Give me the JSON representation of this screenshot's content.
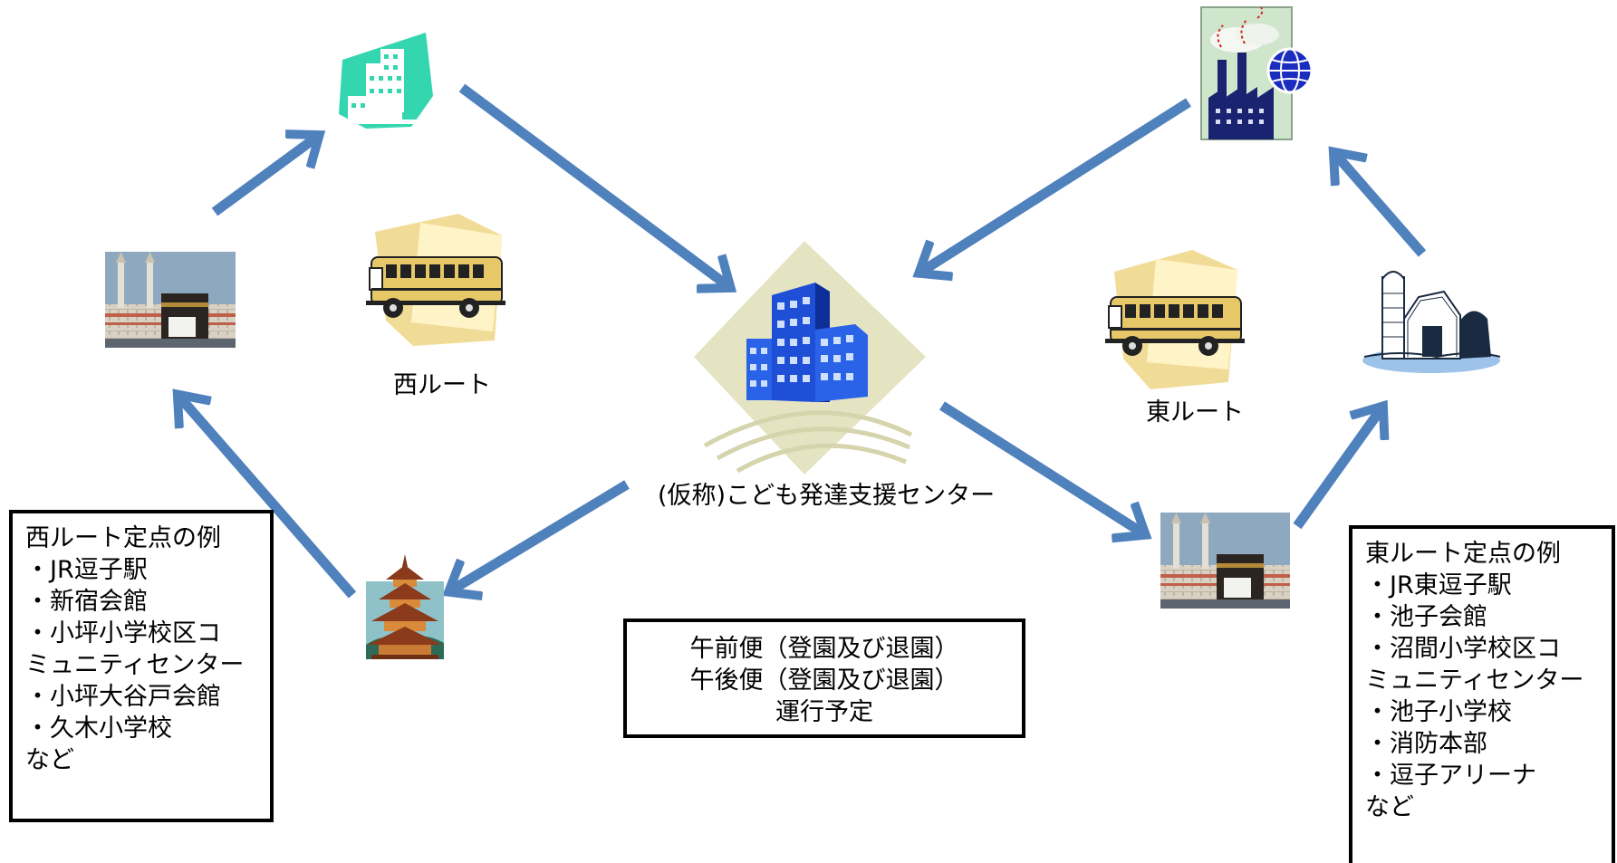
{
  "center": {
    "name": "(仮称)こども発達支援センター",
    "icon": "office-building-icon"
  },
  "routes": {
    "west": {
      "label": "西ルート",
      "bus_icon": "school-bus-icon"
    },
    "east": {
      "label": "東ルート",
      "bus_icon": "school-bus-icon"
    }
  },
  "west_box": {
    "lines": [
      "西ルート定点の例",
      "・JR逗子駅",
      "・新宿会館",
      "・小坪小学校区コ",
      "ミュニティセンター",
      "・小坪大谷戸会館",
      "・久木小学校",
      "など"
    ]
  },
  "east_box": {
    "lines": [
      "東ルート定点の例",
      "・JR東逗子駅",
      "・池子会館",
      "・沼間小学校区コ",
      "ミュニティセンター",
      "・池子小学校",
      "・消防本部",
      "・逗子アリーナ",
      "など"
    ]
  },
  "schedule_box": {
    "lines": [
      "午前便（登園及び退園）",
      "午後便（登園及び退園）",
      "運行予定"
    ]
  },
  "stops": [
    {
      "icon": "mosque-icon",
      "route": "west"
    },
    {
      "icon": "hotel-building-icon",
      "route": "west"
    },
    {
      "icon": "pagoda-icon",
      "route": "west"
    },
    {
      "icon": "mosque-icon",
      "route": "east"
    },
    {
      "icon": "farm-barn-icon",
      "route": "east"
    },
    {
      "icon": "factory-globe-icon",
      "route": "east"
    }
  ],
  "colors": {
    "arrow": "#4f81bd",
    "box_border": "#000000",
    "bus": "#e9cf76",
    "building": "#1f4fd6"
  }
}
